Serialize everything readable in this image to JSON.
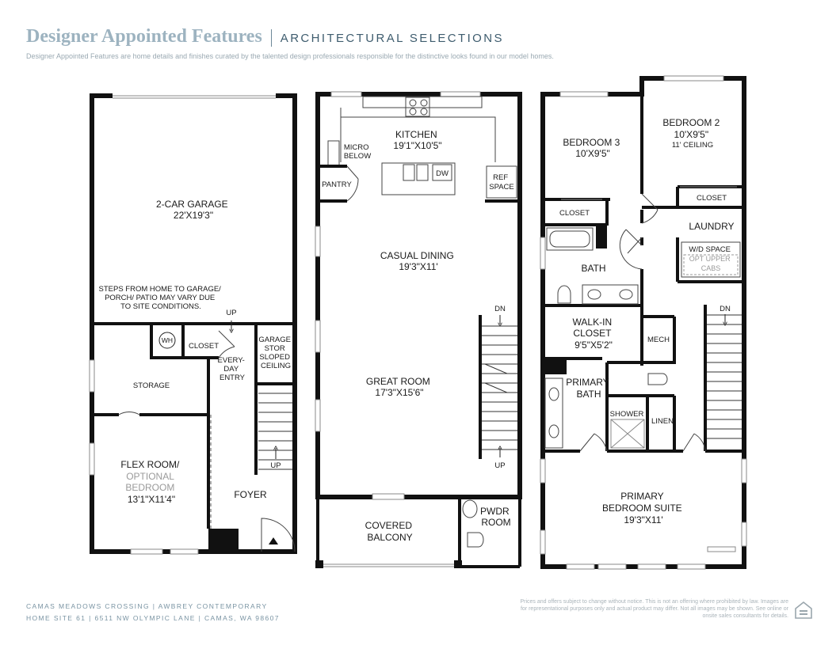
{
  "header": {
    "title": "Designer Appointed Features",
    "subtitle": "ARCHITECTURAL SELECTIONS",
    "description": "Designer Appointed Features are home details and finishes curated by the talented design professionals responsible for the distinctive looks found in our model homes."
  },
  "floor1": {
    "garage": {
      "name": "2-CAR GARAGE",
      "dim": "22'X19'3\""
    },
    "garage_note": [
      "STEPS FROM HOME TO GARAGE/",
      "PORCH/ PATIO MAY VARY DUE",
      "TO SITE CONDITIONS."
    ],
    "up_top": "UP",
    "wh": "WH",
    "closet": "CLOSET",
    "garage_stor": [
      "GARAGE",
      "STOR",
      "SLOPED",
      "CEILING"
    ],
    "everyday": [
      "EVERY-",
      "DAY",
      "ENTRY"
    ],
    "storage": "STORAGE",
    "flex": {
      "name": "FLEX ROOM/",
      "optional": [
        "OPTIONAL",
        "BEDROOM"
      ],
      "dim": "13'1\"X11'4\""
    },
    "up_stairs": "UP",
    "foyer": "FOYER"
  },
  "floor2": {
    "kitchen": {
      "name": "KITCHEN",
      "dim": "19'1\"X10'5\""
    },
    "micro": [
      "MICRO",
      "BELOW"
    ],
    "dw": "DW",
    "ref": [
      "REF",
      "SPACE"
    ],
    "pantry": "PANTRY",
    "dining": {
      "name": "CASUAL DINING",
      "dim": "19'3\"X11'"
    },
    "great": {
      "name": "GREAT ROOM",
      "dim": "17'3\"X15'6\""
    },
    "dn": "DN",
    "up": "UP",
    "balcony": [
      "COVERED",
      "BALCONY"
    ],
    "pwdr": [
      "PWDR",
      "ROOM"
    ]
  },
  "floor3": {
    "bed3": {
      "name": "BEDROOM 3",
      "dim": "10'X9'5\""
    },
    "bed2": {
      "name": "BEDROOM 2",
      "dim": "10'X9'5\"",
      "ceiling": "11' CEILING"
    },
    "closet_b2": "CLOSET",
    "closet_b3": "CLOSET",
    "laundry": "LAUNDRY",
    "wd": [
      "W/D SPACE",
      "OPT UPPER",
      "CABS"
    ],
    "bath": "BATH",
    "walkin": {
      "name": [
        "WALK-IN",
        "CLOSET"
      ],
      "dim": "9'5\"X5'2\""
    },
    "mech": "MECH",
    "dn": "DN",
    "primary_bath": [
      "PRIMARY",
      "BATH"
    ],
    "shower": "SHOWER",
    "linen": "LINEN",
    "primary_suite": {
      "name": [
        "PRIMARY",
        "BEDROOM SUITE"
      ],
      "dim": "19'3\"X11'"
    }
  },
  "footer": {
    "line1": "CAMAS MEADOWS CROSSING  |  AWBREY CONTEMPORARY",
    "line2": "HOME SITE 61  |  6511 NW OLYMPIC LANE  |  CAMAS, WA 98607",
    "disclaimer": "Prices and offers subject to change without notice. This is not an offering where prohibited by law. Images are for representational purposes only and actual product may differ. Not all images may be shown. See online or onsite sales consultants for details."
  },
  "colors": {
    "title": "#9db3c0",
    "subtitle": "#3e5c6e",
    "wall": "#111111",
    "footer": "#7a94a3"
  },
  "icons": [
    "equal-housing-icon",
    "arrow-down-icon",
    "arrow-up-icon",
    "entry-triangle-icon"
  ]
}
